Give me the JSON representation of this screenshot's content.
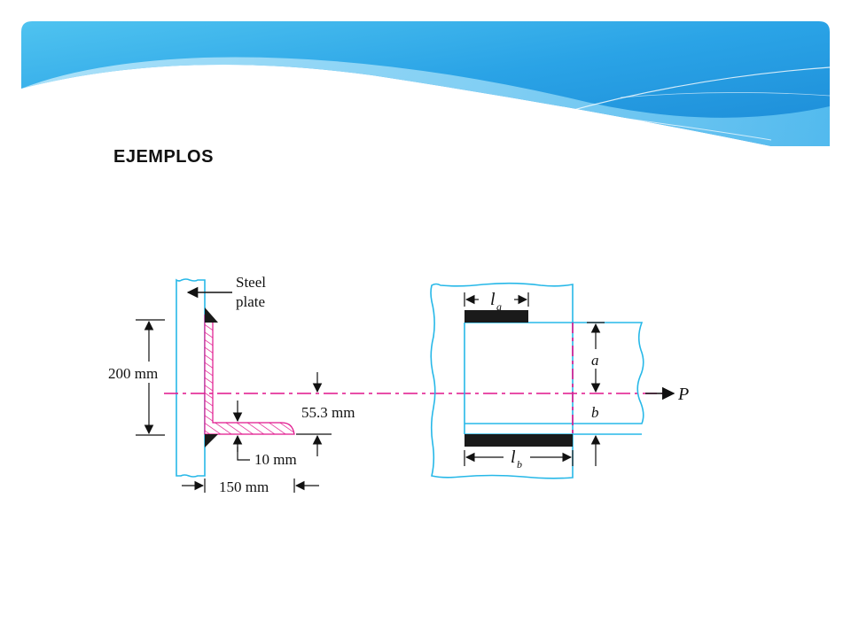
{
  "slide": {
    "title": "EJEMPLOS"
  },
  "diagram": {
    "left_view": {
      "steel_plate_line1": "Steel",
      "steel_plate_line2": "plate",
      "dim_200": "200 mm",
      "dim_55": "55.3 mm",
      "dim_10": "10 mm",
      "dim_150": "150 mm"
    },
    "right_view": {
      "la_letter": "l",
      "la_sub": "a",
      "lb_letter": "l",
      "lb_sub": "b",
      "a_label": "a",
      "b_label": "b",
      "load_label": "P"
    }
  },
  "colors": {
    "banner_light": "#7fd0f2",
    "banner_mid": "#3aa6e6",
    "banner_dark": "#1e8fd8",
    "outline_cyan": "#27b8e8",
    "centroid_magenta": "#e0148c",
    "weld_black": "#1a1a1a"
  }
}
